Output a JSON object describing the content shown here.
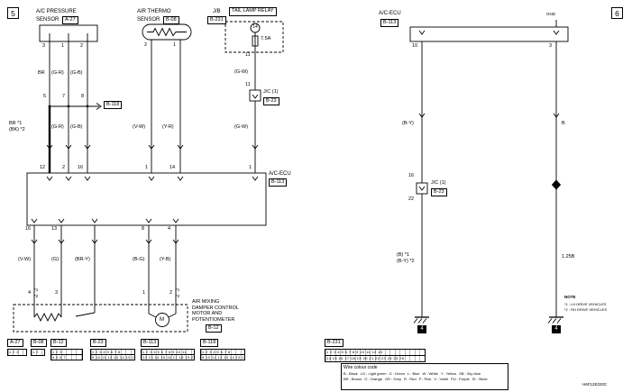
{
  "page": {
    "left_section_number": "5",
    "right_section_number": "6",
    "drawing_code": "H6F12E020C"
  },
  "left": {
    "pressure_sensor": {
      "title_line1": "A/C PRESSURE",
      "title_line2": "SENSOR",
      "connector": "A-27",
      "pin_3": "3",
      "pin_1": "1",
      "pin_2": "2"
    },
    "thermo_sensor": {
      "title_line1": "AIR THERMO",
      "title_line2": "SENSOR",
      "connector": "B-08",
      "pin_2": "2",
      "pin_1": "1"
    },
    "junction_block": {
      "title": "J/B",
      "connector": "B-231"
    },
    "relay": {
      "title": "TAIL LAMP RELAY",
      "terminal_circle": "14",
      "fuse_rating": "7.5A",
      "out_pin": "11"
    },
    "wires_upper": {
      "w1": "BR",
      "w2": "(G-R)",
      "w3": "(G-B)"
    },
    "branch": {
      "p1": "5",
      "p2": "7",
      "p3": "8",
      "connector": "B-118"
    },
    "wires_mid": {
      "w1a": "BR *1",
      "w1b": "(BK) *2",
      "w2": "(G-R)",
      "w3": "(G-B)",
      "w4": "(V-W)",
      "w5": "(Y-R)"
    },
    "relay_wire": {
      "color_upper": "(G-W)",
      "jc_pin": "11",
      "jc_title": "J/C (1)",
      "jc_connector": "B-23",
      "color_lower": "(G-W)"
    },
    "ecu": {
      "title": "A/C-ECU",
      "connector": "B-113",
      "top_pins": [
        "12",
        "2",
        "16",
        "1",
        "14",
        "1"
      ],
      "bottom_pins": [
        "16",
        "13",
        "8",
        "4"
      ]
    },
    "wires_lower": [
      "(V-W)",
      "(G)",
      "(BR-Y)",
      "(B-G)",
      "(Y-B)"
    ],
    "actuator": {
      "pins": [
        "4",
        "3",
        "1",
        "2"
      ],
      "note1": "*1",
      "note2": "*2",
      "motor_letter": "M",
      "title_lines": [
        "AIR MIXING",
        "DAMPER CONTROL",
        "MOTOR AND",
        "POTENTIOMETER"
      ],
      "connector": "B-12"
    }
  },
  "right": {
    "ecu": {
      "title": "A/C-ECU",
      "connector": "B-113",
      "gnd": "GND",
      "pin_left": "10",
      "pin_right": "3"
    },
    "ground_wire_left": {
      "color_upper": "(B-Y)",
      "jc_pin_top": "16",
      "jc_title": "J/C (1)",
      "jc_connector": "B-23",
      "jc_pin_bottom": "22",
      "color_lower_line1": "(B) *1",
      "color_lower_line2": "(B-Y) *2",
      "ground_ref": "4"
    },
    "ground_wire_right": {
      "color_upper": "B",
      "color_lower": "1.25B",
      "ground_ref": "4"
    },
    "note": {
      "title": "NOTE",
      "line1": "*1 : LH DRIVE VEHICLES",
      "line2": "*2 : RH DRIVE VEHICLES"
    }
  },
  "connector_diagrams": {
    "a27": {
      "id": "A-27",
      "rows": [
        "1 2 3"
      ]
    },
    "b08": {
      "id": "B-08",
      "rows": [
        "1 2"
      ]
    },
    "b12": {
      "id": "B-12",
      "rows": [
        "1 2 3",
        "4 5 6 7"
      ]
    },
    "b23": {
      "id": "B-23",
      "rows": [
        "1 2 3 4 5 6 7 8",
        "9 10 11 12 13 14 15 16"
      ]
    },
    "b113": {
      "id": "B-113",
      "rows": [
        "1 2 3 4 5 6 7 8 9 10 11",
        "12 13 14 15 16 17 18 19 20 21 22"
      ]
    },
    "b118": {
      "id": "B-118",
      "rows": [
        "1 2 3 4 5 6 7 8",
        "9 10 11 12 13 14 15 16"
      ]
    },
    "b231": {
      "id": "B-231",
      "rows": [
        "1 2 3 4 5 6 7 8 9 10 11 12 13",
        "14 15 16 17 18 19 20 21 22 23 24 25 26"
      ]
    }
  },
  "legend": {
    "title": "Wire colour code",
    "row1": [
      "B : Black",
      "LG : Light green",
      "G : Green",
      "L : Blue",
      "W : White",
      "Y : Yellow",
      "SB : Sky blue"
    ],
    "row2": [
      "BR : Brown",
      "O : Orange",
      "GR : Grey",
      "R : Red",
      "P : Pink",
      "V : Violet",
      "PU : Purple",
      "SI : Silver"
    ]
  }
}
